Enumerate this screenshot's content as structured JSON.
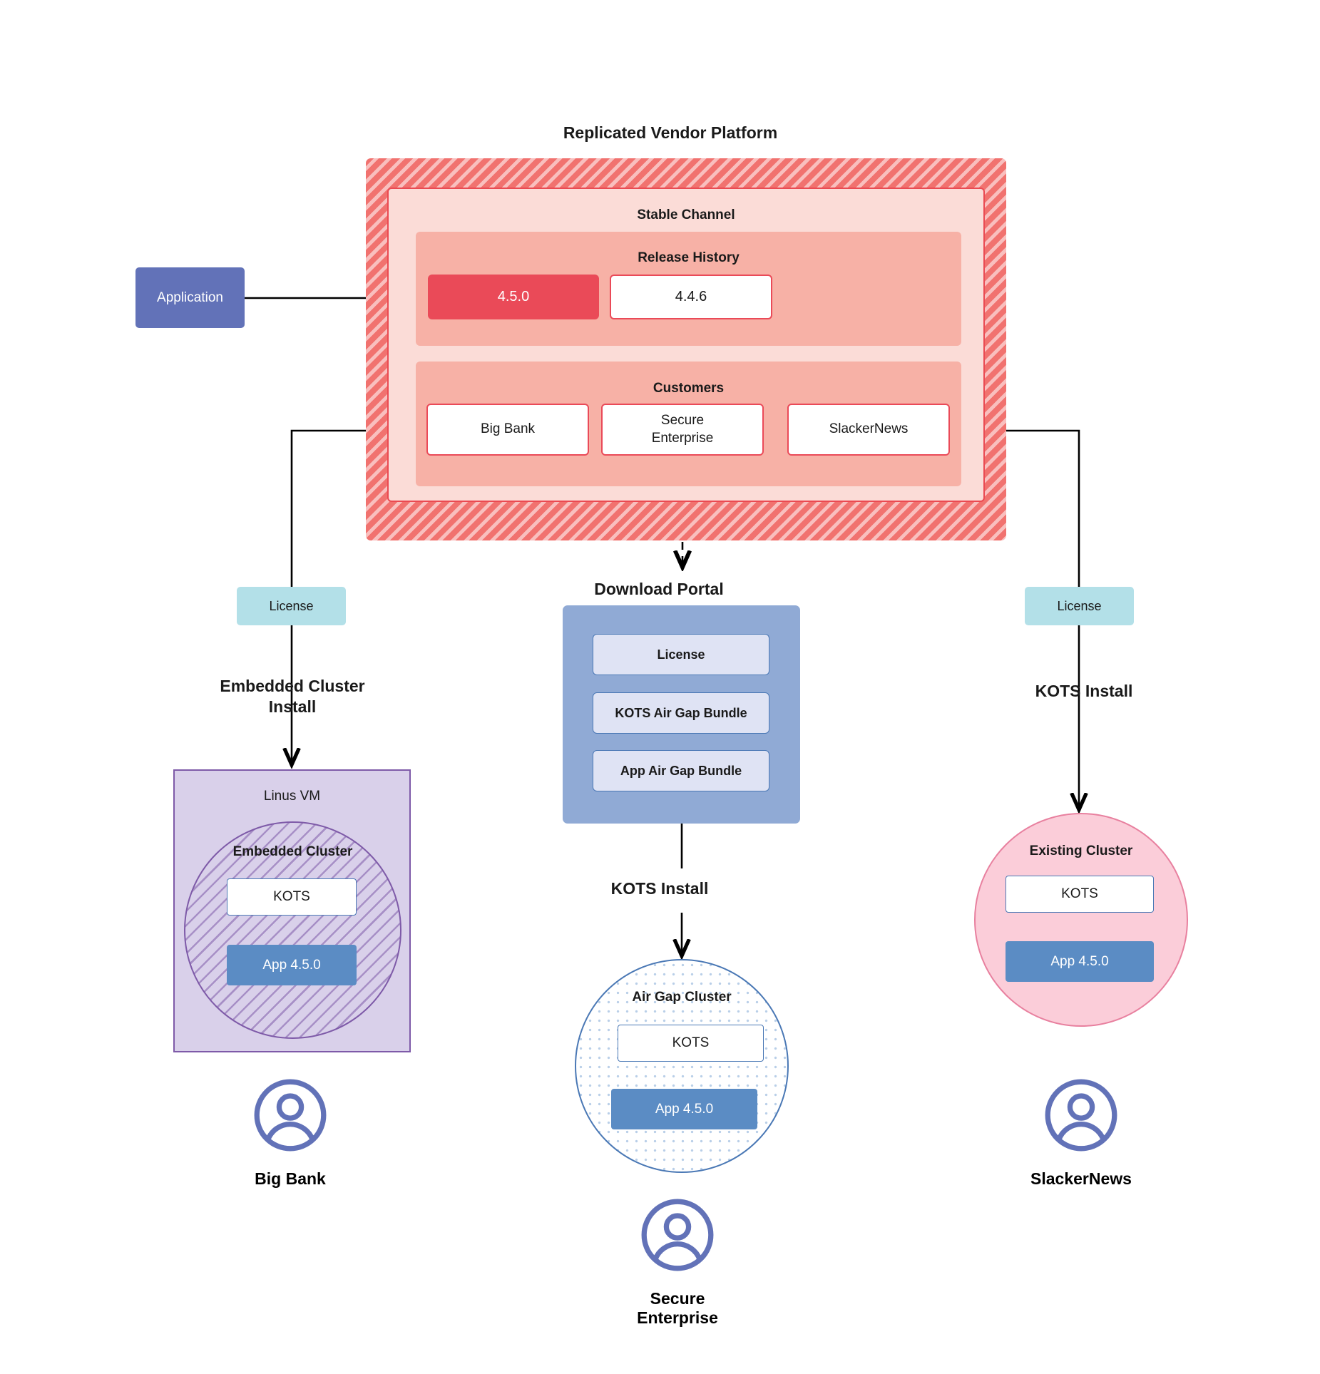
{
  "diagram": {
    "title": "Replicated Vendor Platform",
    "platform": {
      "channel_title": "Stable Channel",
      "release_history": {
        "title": "Release History",
        "releases": [
          {
            "version": "4.5.0",
            "state": "current"
          },
          {
            "version": "4.4.6",
            "state": "previous"
          }
        ]
      },
      "customers": {
        "title": "Customers",
        "items": [
          {
            "name": "Big Bank"
          },
          {
            "name": "Secure\nEnterprise"
          },
          {
            "name": "SlackerNews"
          }
        ]
      }
    },
    "application": {
      "label": "Application"
    },
    "license_badges": [
      {
        "label": "License",
        "side": "left"
      },
      {
        "label": "License",
        "side": "right"
      }
    ],
    "install_labels": {
      "left": "Embedded Cluster\nInstall",
      "center": "KOTS Install",
      "right": "KOTS Install"
    },
    "download_portal": {
      "title": "Download  Portal",
      "items": [
        {
          "label": "License"
        },
        {
          "label": "KOTS Air Gap Bundle"
        },
        {
          "label": "App Air Gap Bundle"
        }
      ]
    },
    "targets": {
      "left": {
        "host_label": "Linus VM",
        "cluster_label": "Embedded Cluster",
        "kots_label": "KOTS",
        "app_label": "App 4.5.0",
        "person": "Big Bank"
      },
      "center": {
        "cluster_label": "Air Gap Cluster",
        "kots_label": "KOTS",
        "app_label": "App 4.5.0",
        "person": "Secure\nEnterprise"
      },
      "right": {
        "cluster_label": "Existing Cluster",
        "kots_label": "KOTS",
        "app_label": "App 4.5.0",
        "person": "SlackerNews"
      }
    },
    "icons": {
      "avatar": "user-avatar-icon"
    },
    "colors": {
      "platform_hatch": "#f1726f",
      "channel_bg": "#fbdcd7",
      "section_bg": "#f7b1a6",
      "release_current": "#ea4a58",
      "border_red": "#ea4a58",
      "application": "#6272b8",
      "license": "#b3e0e8",
      "portal": "#90aad5",
      "portal_item": "#dfe3f4",
      "vm": "#d9d0ea",
      "vm_border": "#7e5aa8",
      "app_blue": "#5b8cc4",
      "cluster_blue": "#4a78b5",
      "existing_cluster": "#fbcdd9",
      "existing_border": "#e8809f",
      "avatar": "#6272b8"
    }
  }
}
